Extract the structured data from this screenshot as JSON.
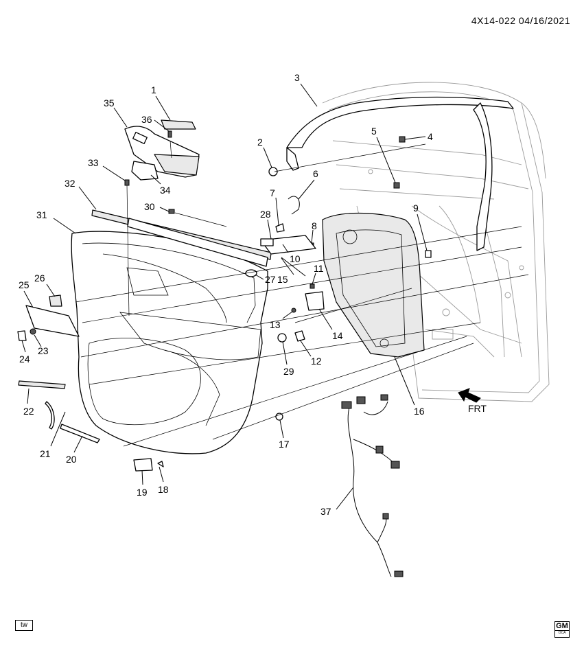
{
  "header": {
    "reference": "4X14-022 04/16/2021"
  },
  "direction_indicator": {
    "label": "FRT"
  },
  "callouts": [
    "1",
    "2",
    "3",
    "4",
    "5",
    "6",
    "7",
    "8",
    "9",
    "10",
    "11",
    "12",
    "13",
    "14",
    "15",
    "16",
    "17",
    "18",
    "19",
    "20",
    "21",
    "22",
    "23",
    "24",
    "25",
    "26",
    "27",
    "28",
    "29",
    "30",
    "31",
    "32",
    "33",
    "34",
    "35",
    "36",
    "37"
  ],
  "footer": {
    "badge": "tw",
    "logo": "GM",
    "logo_sub": "OCA"
  }
}
